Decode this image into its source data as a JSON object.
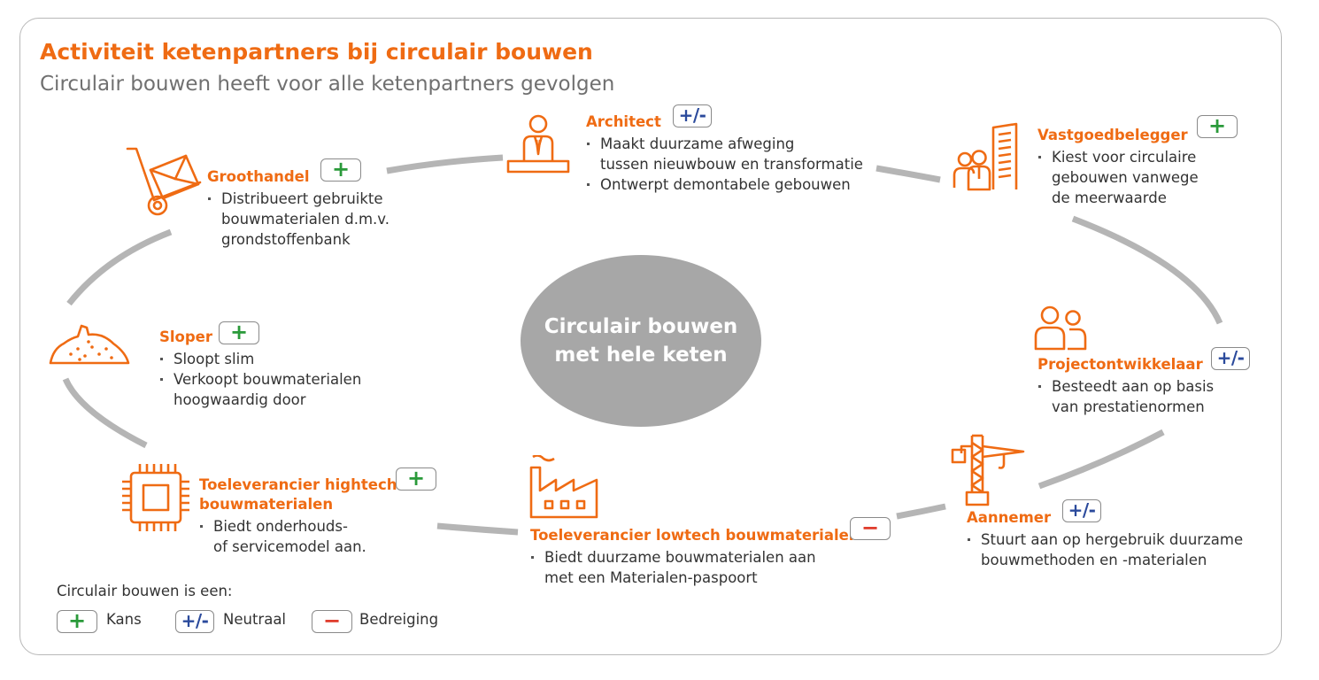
{
  "title": "Activiteit ketenpartners bij circulair bouwen",
  "subtitle": "Circulair bouwen heeft voor alle ketenpartners gevolgen",
  "center": {
    "line1": "Circulair bouwen",
    "line2": "met hele keten"
  },
  "partners": {
    "architect": {
      "name": "Architect",
      "badge": "+/-",
      "bullets": [
        "Maakt duurzame afweging",
        "tussen nieuwbouw en transformatie",
        "Ontwerpt demontabele gebouwen"
      ]
    },
    "vastgoedbelegger": {
      "name": "Vastgoedbelegger",
      "badge": "+",
      "bullets": [
        "Kiest voor circulaire",
        "gebouwen vanwege",
        "de meerwaarde"
      ]
    },
    "groothandel": {
      "name": "Groothandel",
      "badge": "+",
      "bullets": [
        "Distribueert gebruikte",
        "bouwmaterialen d.m.v.",
        "grondstoffenbank"
      ]
    },
    "sloper": {
      "name": "Sloper",
      "badge": "+",
      "bullets": [
        "Sloopt slim",
        "Verkoopt bouwmaterialen",
        "hoogwaardig door"
      ]
    },
    "projectontwikkelaar": {
      "name": "Projectontwikkelaar",
      "badge": "+/-",
      "bullets": [
        "Besteedt aan op basis",
        "van prestatienormen"
      ]
    },
    "hightech": {
      "name_line1": "Toeleverancier hightech",
      "name_line2": "bouwmaterialen",
      "badge": "+",
      "bullets": [
        "Biedt onderhouds-",
        "of servicemodel aan."
      ]
    },
    "lowtech": {
      "name": "Toeleverancier lowtech bouwmaterialen",
      "badge": "−",
      "bullets": [
        "Biedt duurzame bouwmaterialen aan",
        "met een Materialen-paspoort"
      ]
    },
    "aannemer": {
      "name": "Aannemer",
      "badge": "+/-",
      "bullets": [
        "Stuurt aan op hergebruik duurzame",
        "bouwmethoden en -materialen"
      ]
    }
  },
  "legend": {
    "title": "Circulair bouwen is een:",
    "items": [
      {
        "symbol": "+",
        "label": "Kans"
      },
      {
        "symbol": "+/-",
        "label": "Neutraal"
      },
      {
        "symbol": "−",
        "label": "Bedreiging"
      }
    ]
  },
  "colors": {
    "accent": "#ef6b13",
    "plus": "#2a9a3a",
    "neutral": "#2b4a9c",
    "minus": "#e03b2b",
    "arc": "#b5b5b5",
    "center": "#a7a7a7"
  }
}
